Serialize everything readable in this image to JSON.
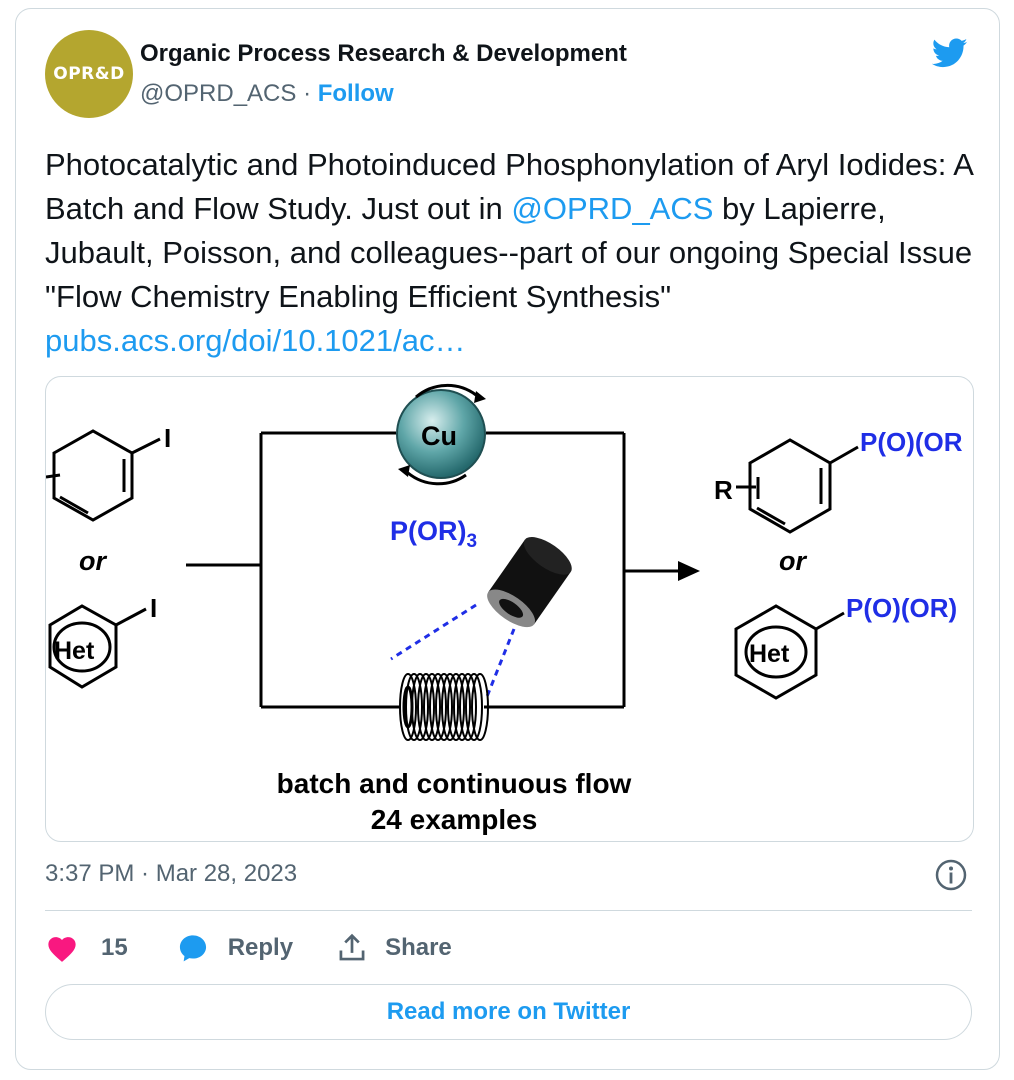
{
  "account": {
    "avatar_text": "OPR&D",
    "name": "Organic Process Research & Development",
    "handle": "@OPRD_ACS",
    "separator": " · ",
    "follow": "Follow"
  },
  "tweet": {
    "text_part1": "Photocatalytic and Photoinduced Phosphonylation of Aryl Iodides: A Batch and Flow Study. Just out in ",
    "mention": "@OPRD_ACS",
    "text_part2": " by Lapierre, Jubault, Poisson, and colleagues--part of our ongoing Special Issue \"Flow Chemistry Enabling Efficient Synthesis\" ",
    "link": "pubs.acs.org/doi/10.1021/ac…"
  },
  "figure": {
    "iodo": "I",
    "or": "or",
    "het": "Het",
    "cu": "Cu",
    "reagent": "P(OR)",
    "reagent_sub": "3",
    "r": "R",
    "product1": "P(O)(OR",
    "product2": "P(O)(OR)",
    "caption1": "batch and continuous flow",
    "caption2": "24 examples"
  },
  "meta": {
    "timestamp": "3:37 PM · Mar 28, 2023"
  },
  "actions": {
    "likes": "15",
    "reply": "Reply",
    "share": "Share"
  },
  "read_more": "Read more on Twitter",
  "colors": {
    "avatar": "#b4a62f",
    "twitter_blue": "#1d9bf0",
    "heart": "#f91880",
    "reagent_blue": "#1f2ee6",
    "cu_teal": "#3d8a8e"
  }
}
